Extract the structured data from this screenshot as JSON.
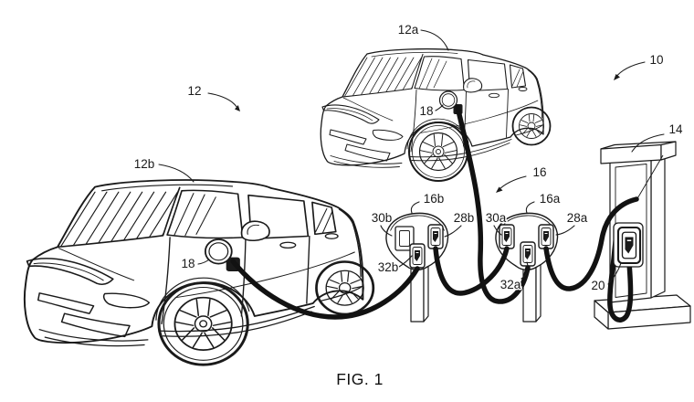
{
  "figure": {
    "caption": "FIG. 1"
  },
  "labels": {
    "system": "10",
    "vehicles_group": "12",
    "vehicle_top": "12a",
    "vehicle_front": "12b",
    "charging_station": "14",
    "adapters_group": "16",
    "adapter_right": "16a",
    "adapter_left": "16b",
    "charge_port_top_vehicle": "18",
    "charge_port_front_vehicle": "18",
    "station_connector": "20",
    "receptacle_right_a": "28a",
    "receptacle_right_b": "28b",
    "receptacle_left_a": "30a",
    "receptacle_left_b": "30b",
    "plug_cable_a": "32a",
    "plug_cable_b": "32b"
  },
  "style": {
    "line_color": "#1a1a1a",
    "cable_color": "#121212",
    "background": "#ffffff"
  }
}
